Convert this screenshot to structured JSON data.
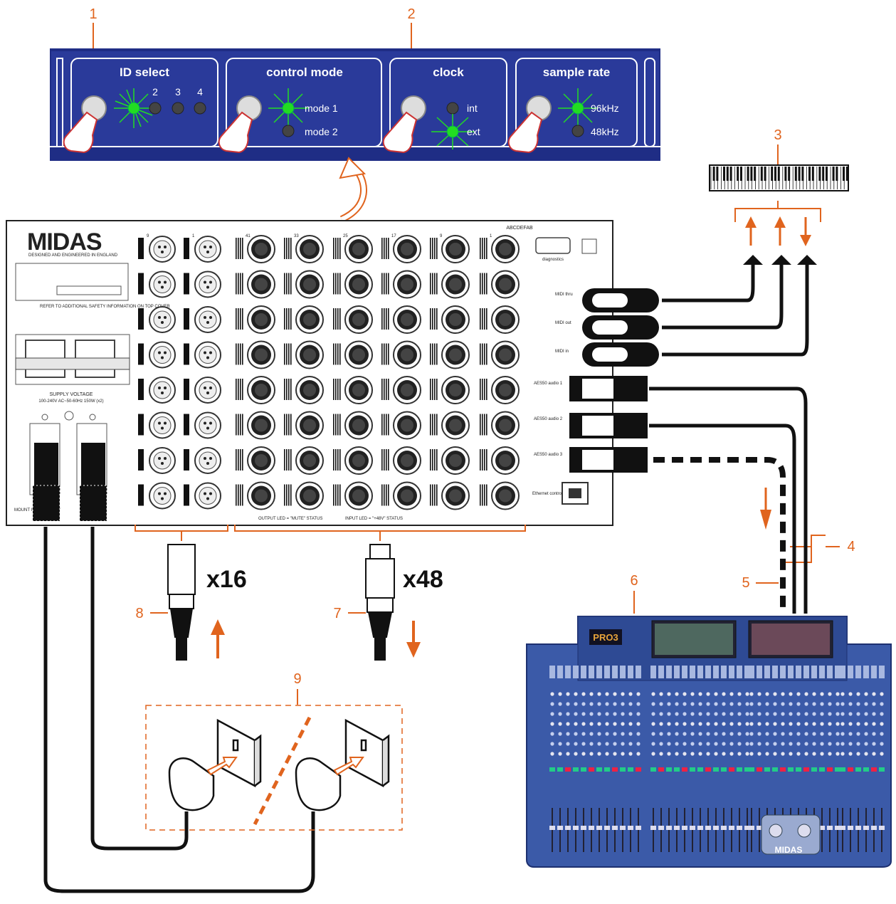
{
  "callouts": [
    "1",
    "2",
    "3",
    "4",
    "5",
    "6",
    "7",
    "8",
    "9"
  ],
  "front_panel": {
    "sections": {
      "id_select": {
        "title": "ID select",
        "leds": [
          "2",
          "3",
          "4"
        ]
      },
      "control_mode": {
        "title": "control mode",
        "leds": [
          "mode 1",
          "mode 2"
        ]
      },
      "clock": {
        "title": "clock",
        "leds": [
          "int",
          "ext"
        ]
      },
      "sample_rate": {
        "title": "sample rate",
        "leds": [
          "96kHz",
          "48kHz"
        ]
      }
    }
  },
  "rear_panel": {
    "brand": "MIDAS",
    "tagline": "DESIGNED AND ENGINEERED IN ENGLAND",
    "safety_note": "REFER TO ADDITIONAL SAFETY INFORMATION ON TOP COVER",
    "supply_label": "SUPPLY VOLTAGE",
    "supply_value": "100-240V AC~50-60Hz 150W (x2)",
    "mount_note": "MOUNT IN RACK ONLY",
    "serial_top_label": "ABCDEFAB",
    "diagnostics_label": "diagnostics",
    "midi_labels": [
      "MIDI thru",
      "MIDI out",
      "MIDI in"
    ],
    "aes_labels": [
      "AES50 audio 1",
      "AES50 audio 2",
      "AES50 audio 3"
    ],
    "ethernet_label": "Ethernet control",
    "output_led_label": "OUTPUT LED = \"MUTE\" STATUS",
    "input_led_label": "INPUT LED = \"+48V\" STATUS",
    "male_cols_top": [
      "9",
      "1"
    ],
    "female_cols_top": [
      "41",
      "33",
      "25",
      "17",
      "9",
      "1"
    ]
  },
  "multipliers": {
    "outputs": "x16",
    "inputs": "x48"
  },
  "console": {
    "logo": "PRO3",
    "brand": "MIDAS"
  },
  "colors": {
    "panel_blue": "#2a3a9a",
    "panel_dark": "#1f2d85",
    "accent": "#e0641e",
    "led_green": "#22dd22",
    "cable": "#111111",
    "console_blue": "#3b5aa8"
  }
}
